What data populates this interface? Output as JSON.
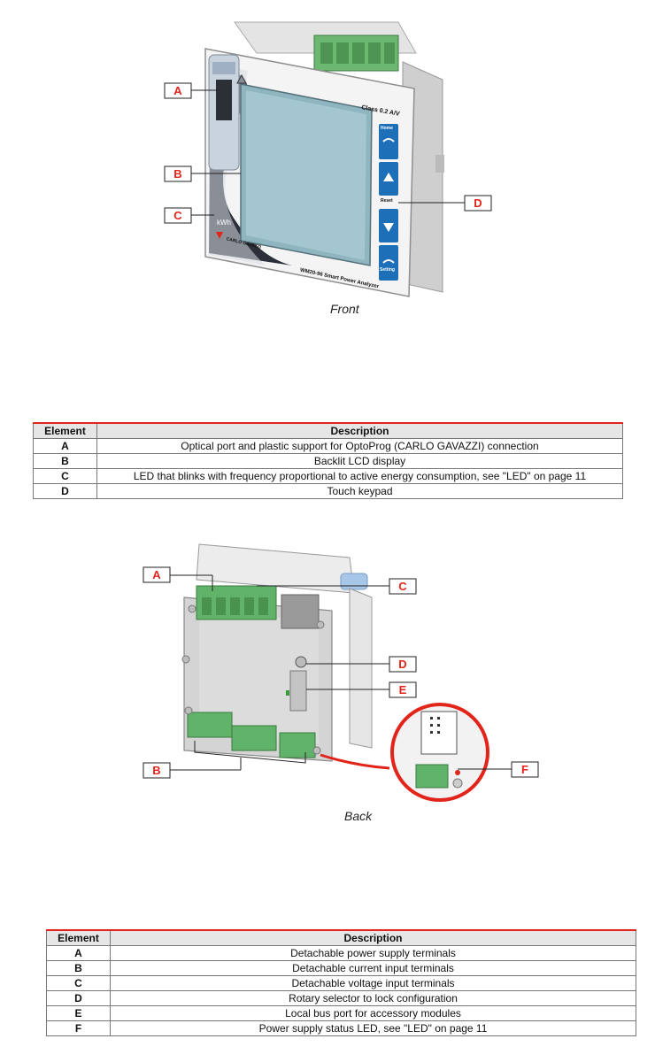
{
  "front": {
    "device": {
      "class_label": "Class 0.2 A/V",
      "brand": "CARLO GAVAZZI",
      "model": "WM20-96 Smart Power Analyzer",
      "kwh_label": "kWh",
      "keys": [
        "Home",
        "Reset",
        "Setting"
      ]
    },
    "callouts": [
      "A",
      "B",
      "C",
      "D"
    ],
    "caption": "Front"
  },
  "table1": {
    "headers": [
      "Element",
      "Description"
    ],
    "rows": [
      {
        "element": "A",
        "description": "Optical port and plastic support for OptoProg (CARLO GAVAZZI) connection"
      },
      {
        "element": "B",
        "description": "Backlit LCD display"
      },
      {
        "element": "C",
        "description": "LED that blinks with frequency proportional to active energy consumption, see \"LED\" on page 11"
      },
      {
        "element": "D",
        "description": "Touch keypad"
      }
    ]
  },
  "back": {
    "callouts": [
      "A",
      "C",
      "D",
      "E",
      "B",
      "F"
    ],
    "caption": "Back"
  },
  "table2": {
    "headers": [
      "Element",
      "Description"
    ],
    "rows": [
      {
        "element": "A",
        "description": "Detachable power supply terminals"
      },
      {
        "element": "B",
        "description": "Detachable current input terminals"
      },
      {
        "element": "C",
        "description": "Detachable voltage input terminals"
      },
      {
        "element": "D",
        "description": "Rotary selector to lock configuration"
      },
      {
        "element": "E",
        "description": "Local bus port for accessory modules"
      },
      {
        "element": "F",
        "description": "Power supply status LED, see \"LED\" on page 11"
      }
    ]
  },
  "colors": {
    "accent": "#e1251b",
    "lcd": "#8fb5c0",
    "key": "#1d6fb8"
  }
}
